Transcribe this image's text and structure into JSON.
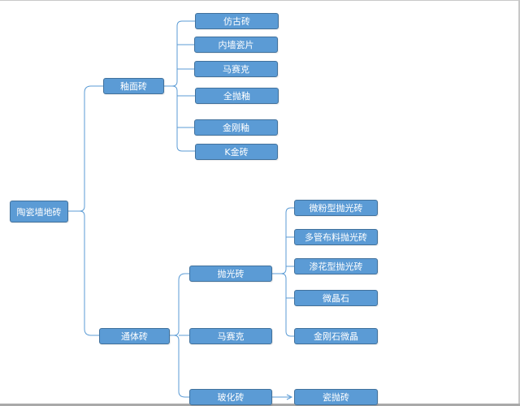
{
  "root": {
    "label": "陶瓷墙地砖"
  },
  "glazed": {
    "label": "釉面砖",
    "children": [
      "仿古砖",
      "内墙瓷片",
      "马赛克",
      "全抛釉",
      "金刚釉",
      "K金砖"
    ]
  },
  "through_body": {
    "label": "通体砖",
    "polished": {
      "label": "抛光砖",
      "children": [
        "微粉型抛光砖",
        "多管布料抛光砖",
        "渗花型抛光砖",
        "微晶石",
        "金刚石微晶"
      ]
    },
    "mosaic": {
      "label": "马赛克"
    },
    "vitrified": {
      "label": "玻化砖",
      "children": [
        "瓷抛砖"
      ]
    }
  },
  "colors": {
    "node_fill": "#5b9bd5",
    "node_border": "#41719c",
    "connector": "#5b9bd5"
  }
}
